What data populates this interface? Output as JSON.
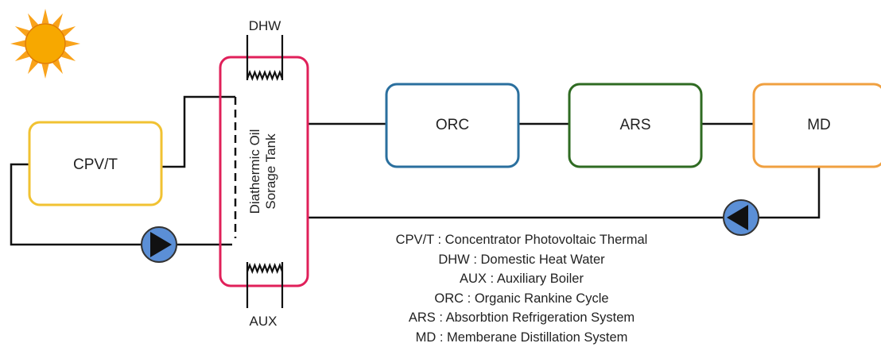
{
  "components": {
    "cpvt": {
      "label": "CPV/T",
      "color": "#f1c232"
    },
    "tank": {
      "line1": "Diathermic Oil",
      "line2": "Sorage Tank",
      "color": "#e0205a"
    },
    "orc": {
      "label": "ORC",
      "color": "#2a6f9e"
    },
    "ars": {
      "label": "ARS",
      "color": "#2f6b22"
    },
    "md": {
      "label": "MD",
      "color": "#f0a040"
    }
  },
  "heat_exchangers": {
    "dhw": {
      "label": "DHW"
    },
    "aux": {
      "label": "AUX"
    }
  },
  "pump_color": "#5b8fd6",
  "sun_color": "#f7a800",
  "legend": [
    "CPV/T : Concentrator Photovoltaic Thermal",
    "DHW : Domestic Heat Water",
    "AUX : Auxiliary Boiler",
    "ORC : Organic Rankine Cycle",
    "ARS : Absorbtion Refrigeration System",
    "MD : Memberane Distillation System"
  ]
}
